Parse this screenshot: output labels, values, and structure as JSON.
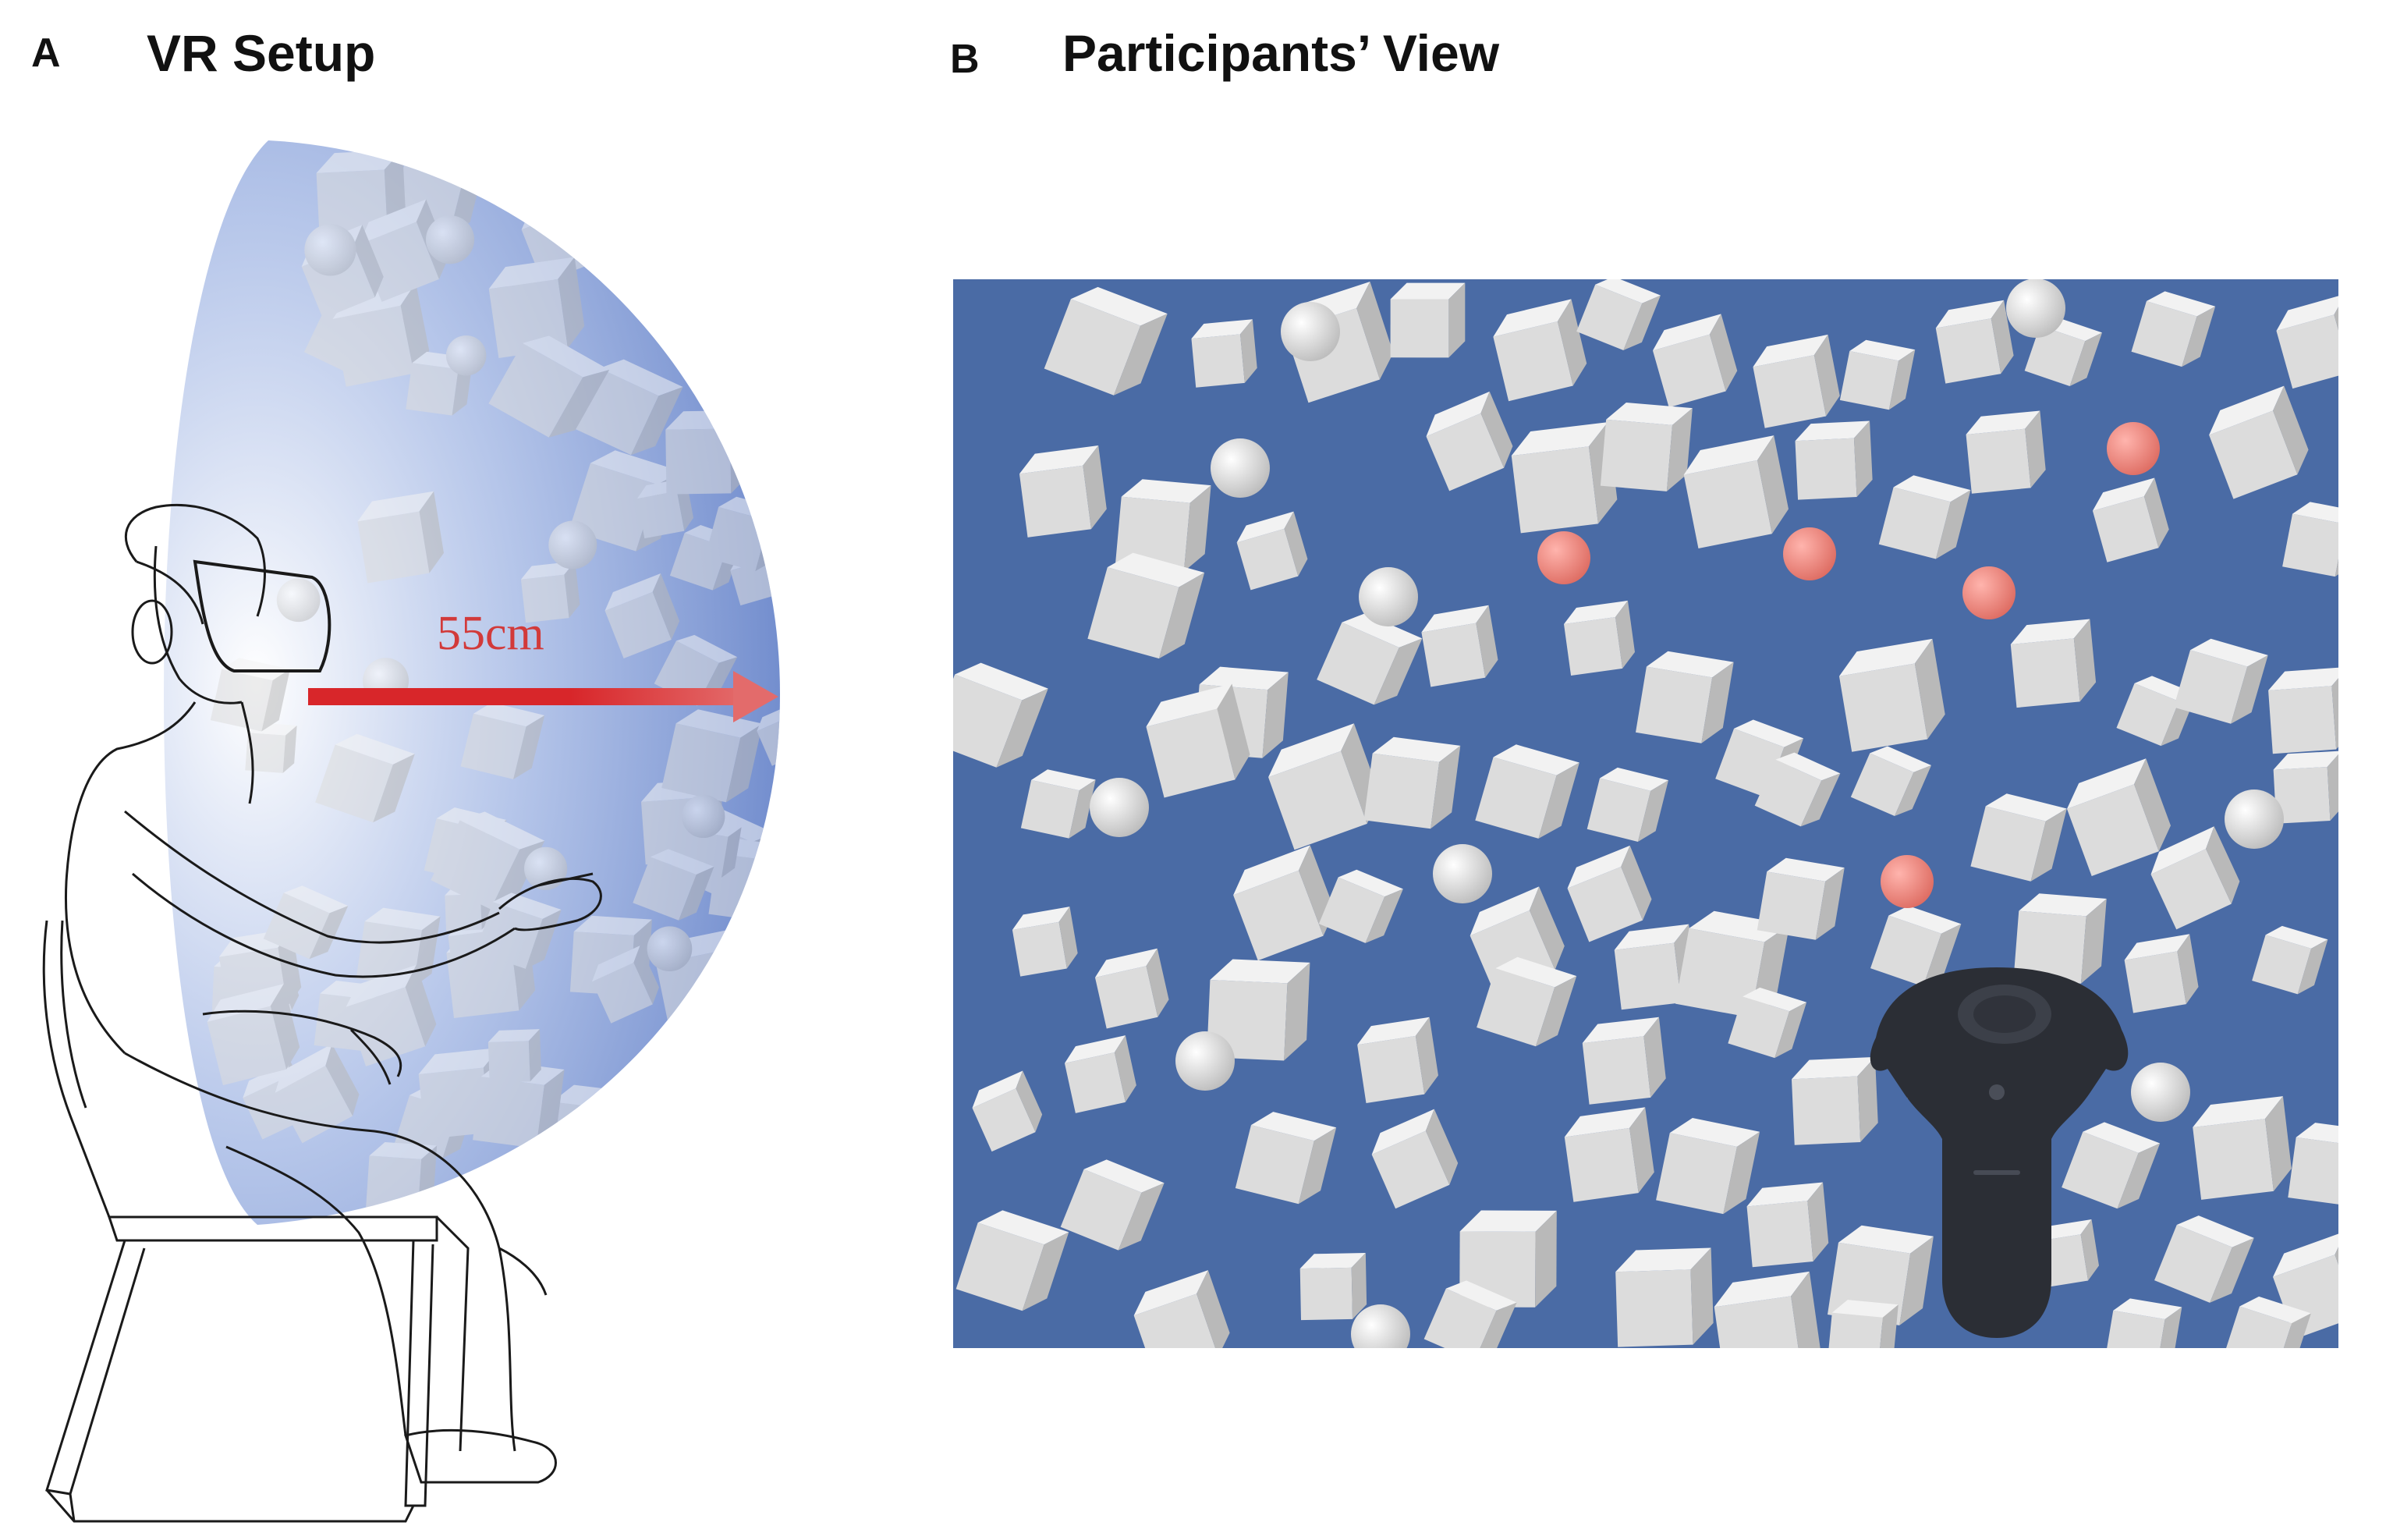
{
  "panel_a": {
    "letter": "A",
    "title": "VR Setup",
    "distance_label": "55cm"
  },
  "panel_b": {
    "letter": "B",
    "title": "Participants’ View"
  },
  "colors": {
    "scene_background": "#4a6ba5",
    "dome": "#5a79c4",
    "cube": "#dcdcdc",
    "distractor_sphere": "#e6e6e6",
    "target_sphere": "#e8837a",
    "arrow": "#d8262a",
    "controller": "#2b2e35"
  },
  "icons": {
    "controller": "vive-controller-icon",
    "participant": "seated-participant-icon"
  }
}
